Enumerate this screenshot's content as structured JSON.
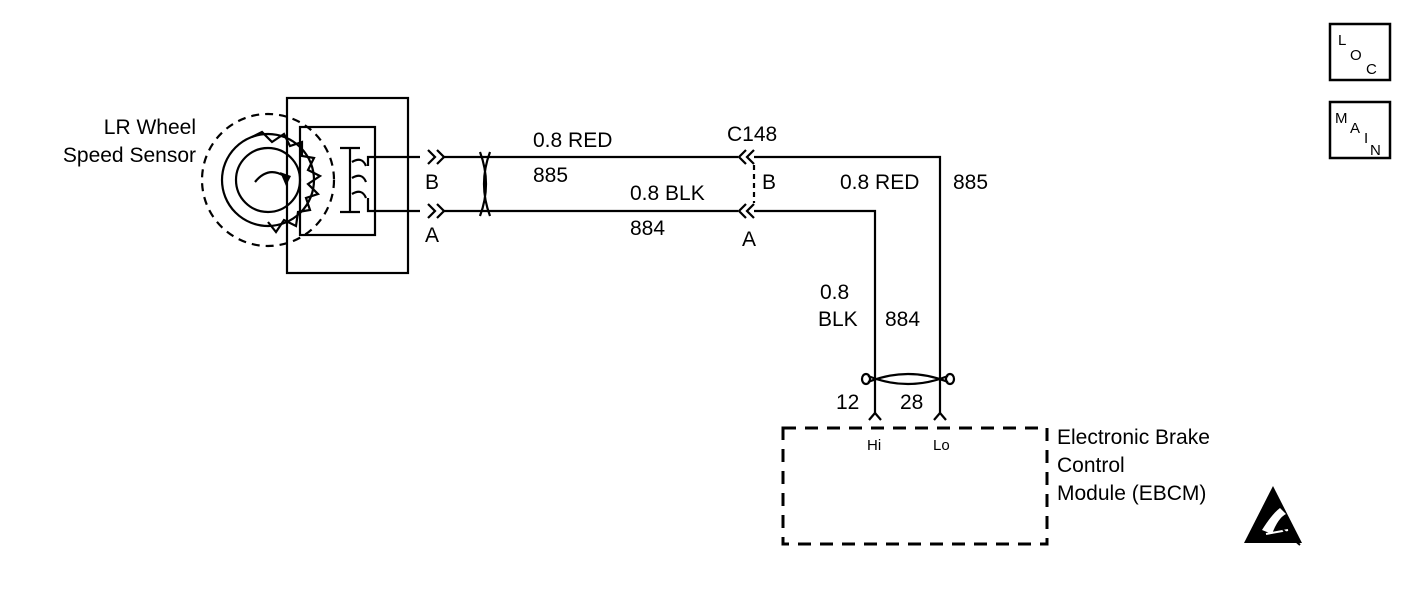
{
  "sensor": {
    "name_line1": "LR Wheel",
    "name_line2": "Speed Sensor"
  },
  "sensor_connector": {
    "pin_b": "B",
    "pin_a": "A"
  },
  "connector_c148": {
    "name": "C148",
    "pin_b": "B",
    "pin_a": "A"
  },
  "wires": {
    "red_left": {
      "gauge_color": "0.8 RED",
      "circuit": "885"
    },
    "blk_left": {
      "gauge_color": "0.8 BLK",
      "circuit": "884"
    },
    "red_right": {
      "gauge_color": "0.8 RED",
      "circuit": "885"
    },
    "blk_right": {
      "gauge": "0.8",
      "color": "BLK",
      "circuit": "884"
    }
  },
  "ebcm": {
    "name_line1": "Electronic Brake",
    "name_line2": "Control",
    "name_line3": "Module (EBCM)",
    "pin_12": "12",
    "pin_28": "28",
    "pin_hi": "Hi",
    "pin_lo": "Lo"
  },
  "nav": {
    "loc": {
      "l": "L",
      "o": "O",
      "c": "C"
    },
    "main": {
      "m": "M",
      "a": "A",
      "i": "I",
      "n": "N"
    }
  },
  "esd_symbol": "esd-warning-icon"
}
